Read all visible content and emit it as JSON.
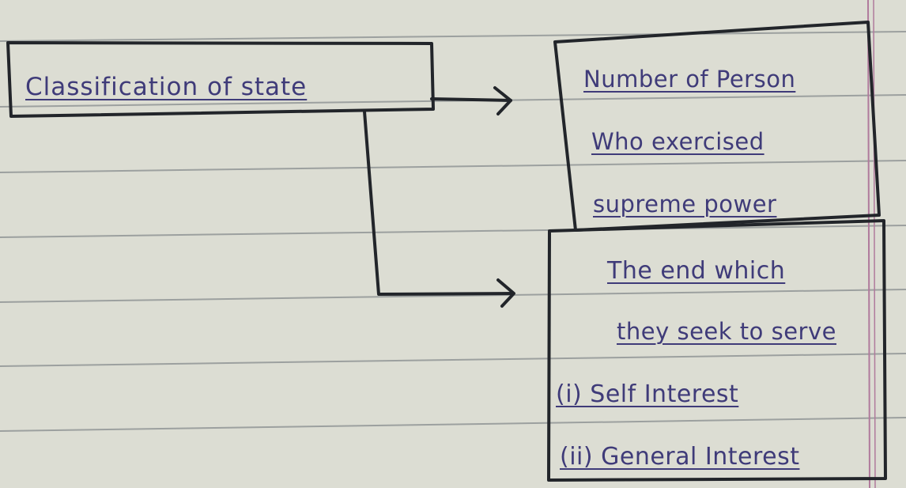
{
  "chart_data": {
    "type": "diagram",
    "root": "Classification of state",
    "branches": [
      {
        "lines": [
          "Number of Person",
          "Who exercised",
          "supreme power"
        ]
      },
      {
        "lines": [
          "The end which",
          "they seek to serve",
          "(i) Self Interest",
          "(ii) General Interest"
        ]
      }
    ]
  },
  "colors": {
    "paper": "#dcddd3",
    "rule_line": "#878c8e",
    "margin_line": "#b07a9c",
    "ink_box": "#22252a",
    "ink_text": "#3f3b79"
  }
}
